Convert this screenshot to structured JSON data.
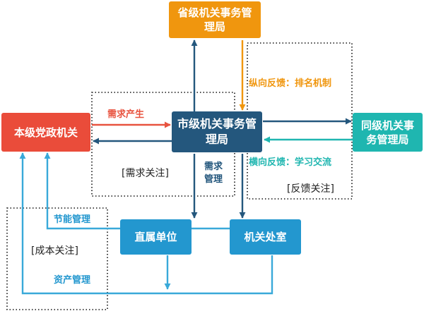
{
  "nodes": {
    "province": "省级机关事务管理局",
    "city": "市级机关事务管理局",
    "party": "本级党政机关",
    "peer": "同级机关事务管理局",
    "direct": "直属单位",
    "office": "机关处室"
  },
  "edge_labels": {
    "demand_generated": "需求产生",
    "vertical_feedback": "纵向反馈：排名机制",
    "horizontal_feedback": "横向反馈：学习交流",
    "demand_management": "需求管理",
    "energy_management": "节能管理",
    "asset_management": "资产管理"
  },
  "annotations": {
    "demand_focus": "[需求关注]",
    "feedback_focus": "[反馈关注]",
    "cost_focus": "[成本关注]"
  },
  "colors": {
    "orange": "#f0960e",
    "navy": "#24577d",
    "red": "#ea4c3a",
    "teal": "#1fb6b0",
    "blue": "#2397cf",
    "line_blue": "#39a9d9",
    "line_red": "#e8533f"
  }
}
